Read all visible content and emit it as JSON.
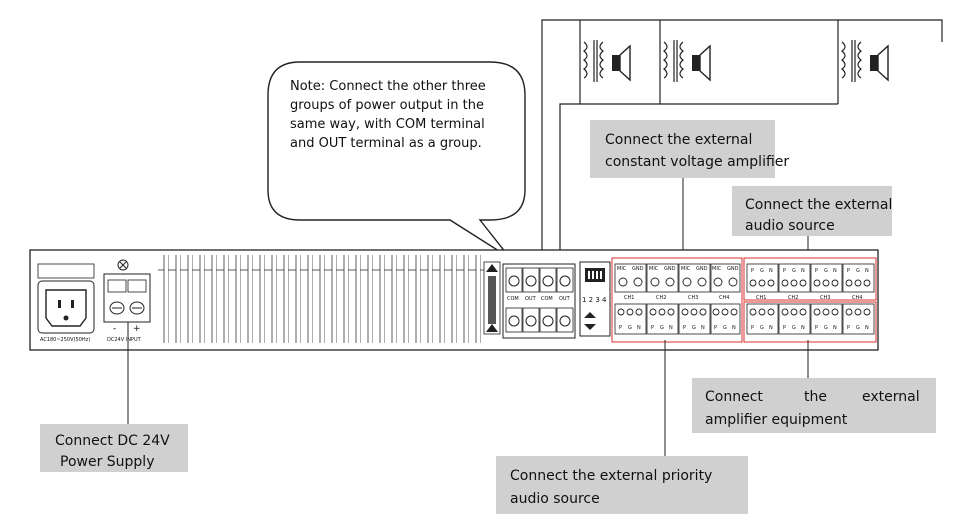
{
  "note": {
    "lines": [
      "Note: Connect the other three",
      "groups of power output in the",
      "same way, with COM terminal",
      "and OUT terminal as a group."
    ]
  },
  "callouts": {
    "constant_voltage": [
      "Connect the external",
      "constant voltage amplifier"
    ],
    "audio_source": [
      "Connect the external",
      "audio source"
    ],
    "amplifier_equipment": [
      "Connect",
      "the",
      "external",
      "amplifier equipment"
    ],
    "dc_supply": [
      "Connect DC 24V",
      "Power Supply"
    ],
    "priority_source": [
      "Connect the external priority",
      "audio source"
    ]
  },
  "panel": {
    "ac_label": "AC180~250V(50Hz)",
    "dc_label": "DC24V INPUT",
    "dc_minus": "-",
    "dc_plus": "+",
    "output_terminals": [
      "COM",
      "OUT",
      "COM",
      "OUT"
    ],
    "dip_numbers": "1 2 3 4",
    "mic_ports": [
      "MIC",
      "GND",
      "MIC",
      "GND",
      "MIC",
      "GND",
      "MIC",
      "GND"
    ],
    "channel_labels": [
      "CH1",
      "CH2",
      "CH3",
      "CH4"
    ],
    "line_input_channels": [
      "CH1",
      "CH2",
      "CH3",
      "CH4"
    ],
    "pin_labels": [
      "P",
      "G",
      "N"
    ]
  },
  "colors": {
    "outline": "#222222",
    "callout_bg": "#d0d0d0",
    "red_box": "#d83030"
  }
}
